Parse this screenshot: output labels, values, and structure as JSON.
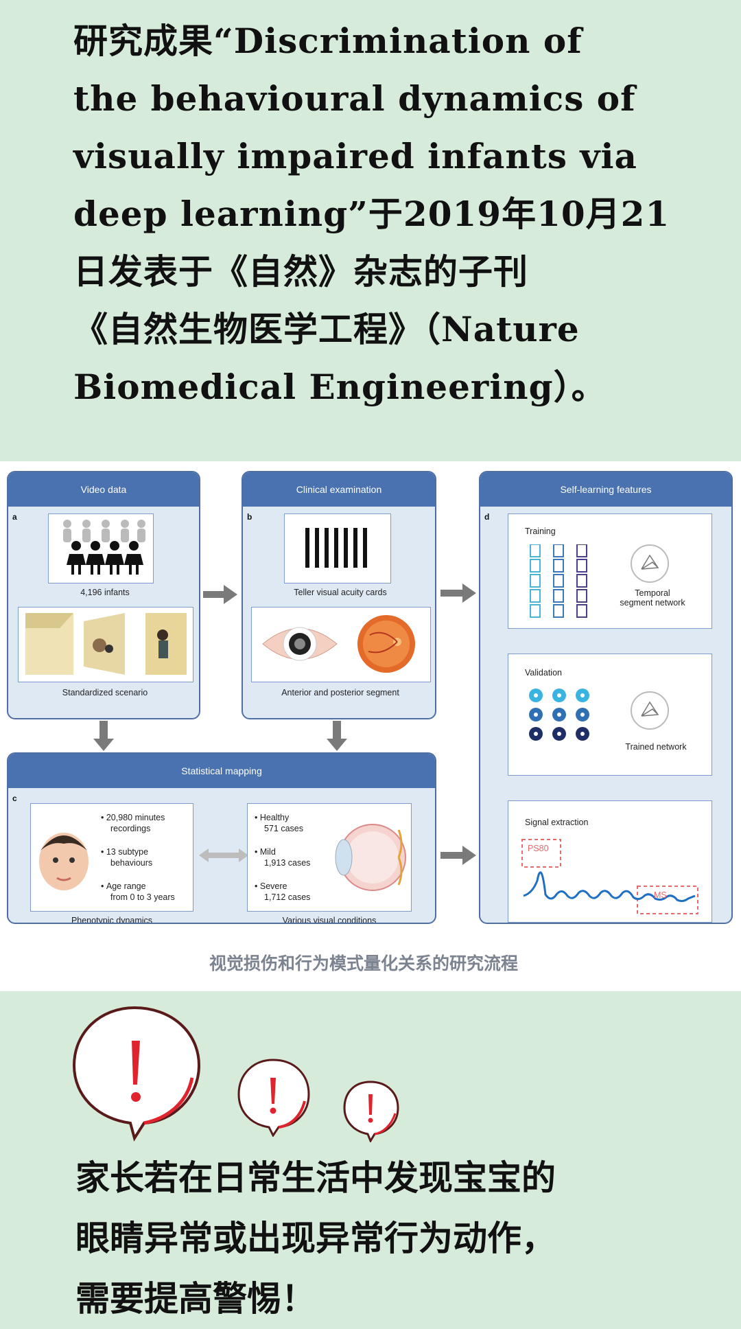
{
  "intro": {
    "lines": [
      "研究成果“Discrimination of",
      "the behavioural dynamics of",
      "visually impaired infants via",
      "deep learning”于2019年10月21",
      "日发表于《自然》杂志的子刊",
      "《自然生物医学工程》（Nature",
      "Biomedical Engineering）。"
    ]
  },
  "figure": {
    "panels": {
      "video": {
        "title": "Video data",
        "letter": "a",
        "cap1": "4,196 infants",
        "cap2": "Standardized scenario"
      },
      "clinical": {
        "title": "Clinical examination",
        "letter": "b",
        "cap1": "Teller visual acuity cards",
        "cap2": "Anterior and posterior segment"
      },
      "self": {
        "title": "Self-learning features",
        "letter": "d",
        "training": "Training",
        "temporal": [
          "Temporal",
          "segment network"
        ],
        "validation": "Validation",
        "trained": "Trained network",
        "signal": "Signal extraction",
        "ps80": "PS80",
        "ms": "MS"
      },
      "stat": {
        "title": "Statistical mapping",
        "letter": "c",
        "bullets_left": [
          "20,980 minutes",
          "recordings",
          "13 subtype",
          "behaviours",
          "Age range",
          "from 0 to 3 years"
        ],
        "bullets_right": [
          "Healthy",
          "571 cases",
          "Mild",
          "1,913 cases",
          "Severe",
          "1,712 cases"
        ],
        "cap_left": "Phenotypic dynamics",
        "cap_right": "Various visual conditions"
      }
    },
    "caption": "视觉损伤和行为模式量化关系的研究流程"
  },
  "warning": {
    "lines": [
      "家长若在日常生活中发现宝宝的",
      "眼睛异常或出现异常行为动作，",
      "需要提高警惕！"
    ]
  },
  "colors": {
    "background": "#d6ebd9",
    "panel_header": "#4a72b0",
    "panel_body": "#dfe9f4",
    "alert_red": "#e0242e"
  },
  "icons": [
    "exclamation-bubble-large-icon",
    "exclamation-bubble-medium-icon",
    "exclamation-bubble-small-icon",
    "network-icon",
    "eye-icon",
    "fundus-icon",
    "infant-face-icon",
    "people-icon",
    "acuity-card-icon"
  ]
}
